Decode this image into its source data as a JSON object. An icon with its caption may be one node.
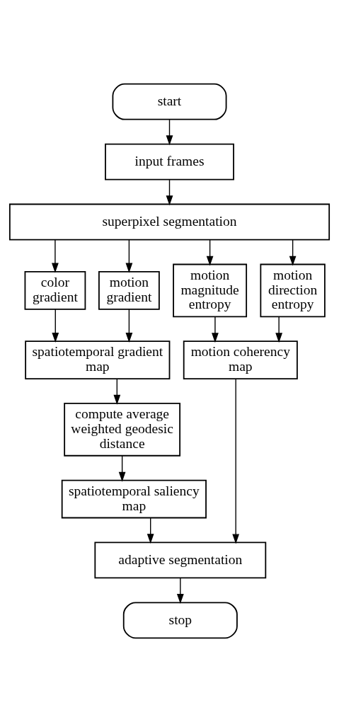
{
  "diagram": {
    "nodes": [
      {
        "text": [
          "start"
        ]
      },
      {
        "text": [
          "input frames"
        ]
      },
      {
        "text": [
          "superpixel segmentation"
        ]
      },
      {
        "text": [
          "color gradient"
        ]
      },
      {
        "text": [
          "motion gradient"
        ]
      },
      {
        "text": [
          "motion magnitude entropy"
        ]
      },
      {
        "text": [
          "motion direction entropy"
        ]
      },
      {
        "text": [
          "spatiotemporal gradient map"
        ]
      },
      {
        "text": [
          "motion coherency map"
        ]
      },
      {
        "text": [
          "compute average weighted geodesic distance"
        ]
      },
      {
        "text": [
          "spatiotemporal saliency map"
        ]
      },
      {
        "text": [
          "adaptive segmentation"
        ]
      },
      {
        "text": [
          "stop"
        ]
      }
    ],
    "edges": [
      {
        "from": 0,
        "to": 1,
        "arrow": "to"
      },
      {
        "from": 1,
        "to": 2,
        "arrow": "to"
      },
      {
        "from": 2,
        "to": 3,
        "arrow": "to"
      },
      {
        "from": 2,
        "to": 4,
        "arrow": "to"
      },
      {
        "from": 2,
        "to": 5,
        "arrow": "to"
      },
      {
        "from": 2,
        "to": 6,
        "arrow": "to"
      },
      {
        "from": 3,
        "to": 7,
        "arrow": "to"
      },
      {
        "from": 4,
        "to": 7,
        "arrow": "to"
      },
      {
        "from": 5,
        "to": 8,
        "arrow": "to"
      },
      {
        "from": 6,
        "to": 8,
        "arrow": "to"
      },
      {
        "from": 7,
        "to": 9,
        "arrow": "to"
      },
      {
        "from": 9,
        "to": 10,
        "arrow": "to"
      },
      {
        "from": 10,
        "to": 11,
        "arrow": "to"
      },
      {
        "from": 8,
        "to": 11,
        "arrow": "to"
      },
      {
        "from": 11,
        "to": 12,
        "arrow": "to"
      }
    ]
  }
}
